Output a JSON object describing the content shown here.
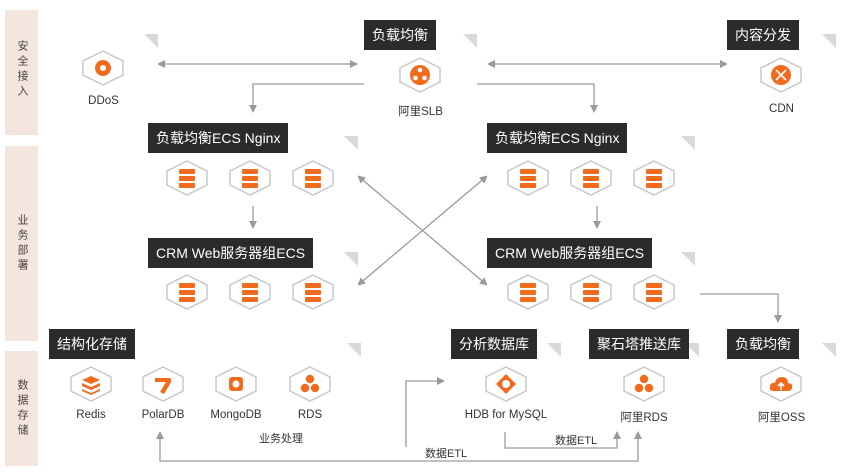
{
  "sections": [
    {
      "label": "安全接入"
    },
    {
      "label": "业务部署"
    },
    {
      "label": "数据存储"
    }
  ],
  "top": {
    "ddos_label": "DDoS",
    "slb_title": "负载均衡",
    "slb_label": "阿里SLB",
    "cdn_title": "内容分发",
    "cdn_label": "CDN"
  },
  "business": {
    "nginx_left_title": "负载均衡ECS Nginx",
    "nginx_right_title": "负载均衡ECS Nginx",
    "crm_left_title": "CRM Web服务器组ECS",
    "crm_right_title": "CRM Web服务器组ECS"
  },
  "storage": {
    "structured_title": "结构化存储",
    "redis": "Redis",
    "polardb": "PolarDB",
    "mongodb": "MongoDB",
    "rds": "RDS",
    "analytics_title": "分析数据库",
    "hdb": "HDB for MySQL",
    "push_title": "聚石塔推送库",
    "ali_rds": "阿里RDS",
    "oss_title": "负载均衡",
    "oss": "阿里OSS"
  },
  "edges": {
    "biz_process": "业务处理",
    "etl_1": "数据ETL",
    "etl_2": "数据ETL"
  },
  "colors": {
    "accent": "#f26b1d",
    "band": "#f4e6df",
    "title_bg": "#2b2b2b",
    "wire": "#9a9a9a"
  }
}
